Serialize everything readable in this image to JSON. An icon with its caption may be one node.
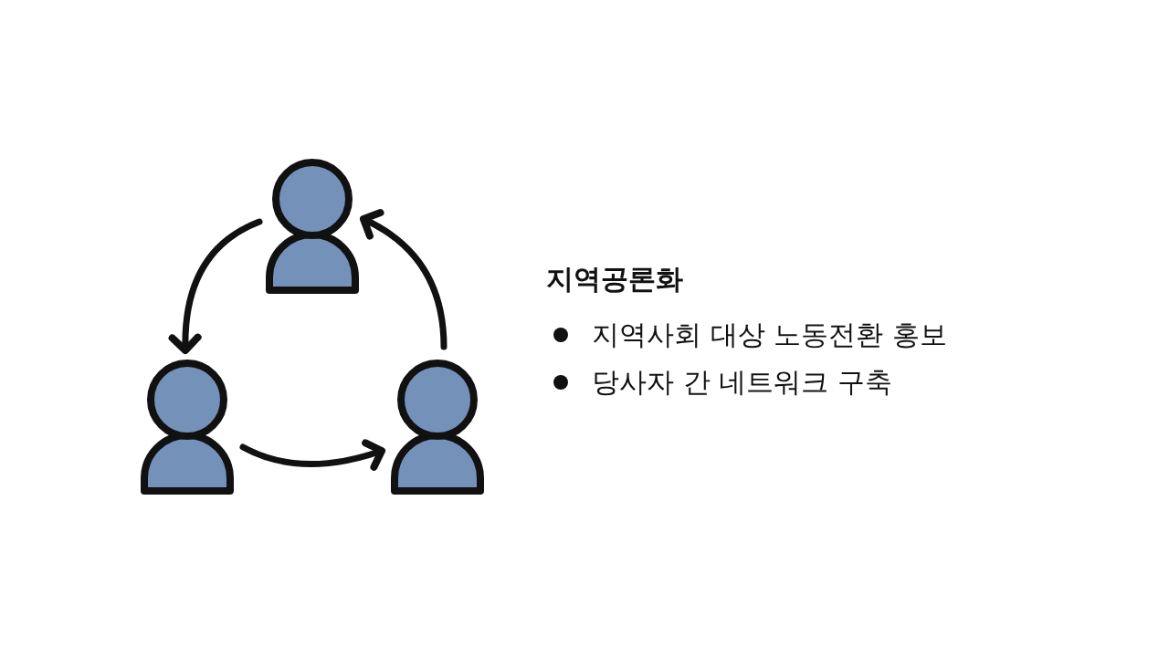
{
  "diagram": {
    "nodes": [
      {
        "text": [],
        "shape": "person"
      },
      {
        "text": [],
        "shape": "person"
      },
      {
        "text": [],
        "shape": "person"
      }
    ],
    "edges": [
      {
        "from": 0,
        "to": 1,
        "arrow": "to"
      },
      {
        "from": 1,
        "to": 2,
        "arrow": "to"
      },
      {
        "from": 2,
        "to": 0,
        "arrow": "to"
      }
    ],
    "labels": [
      "지역공론화",
      "지역사회 대상 노동전환 홍보",
      "당사자 간 네트워크 구축"
    ]
  }
}
